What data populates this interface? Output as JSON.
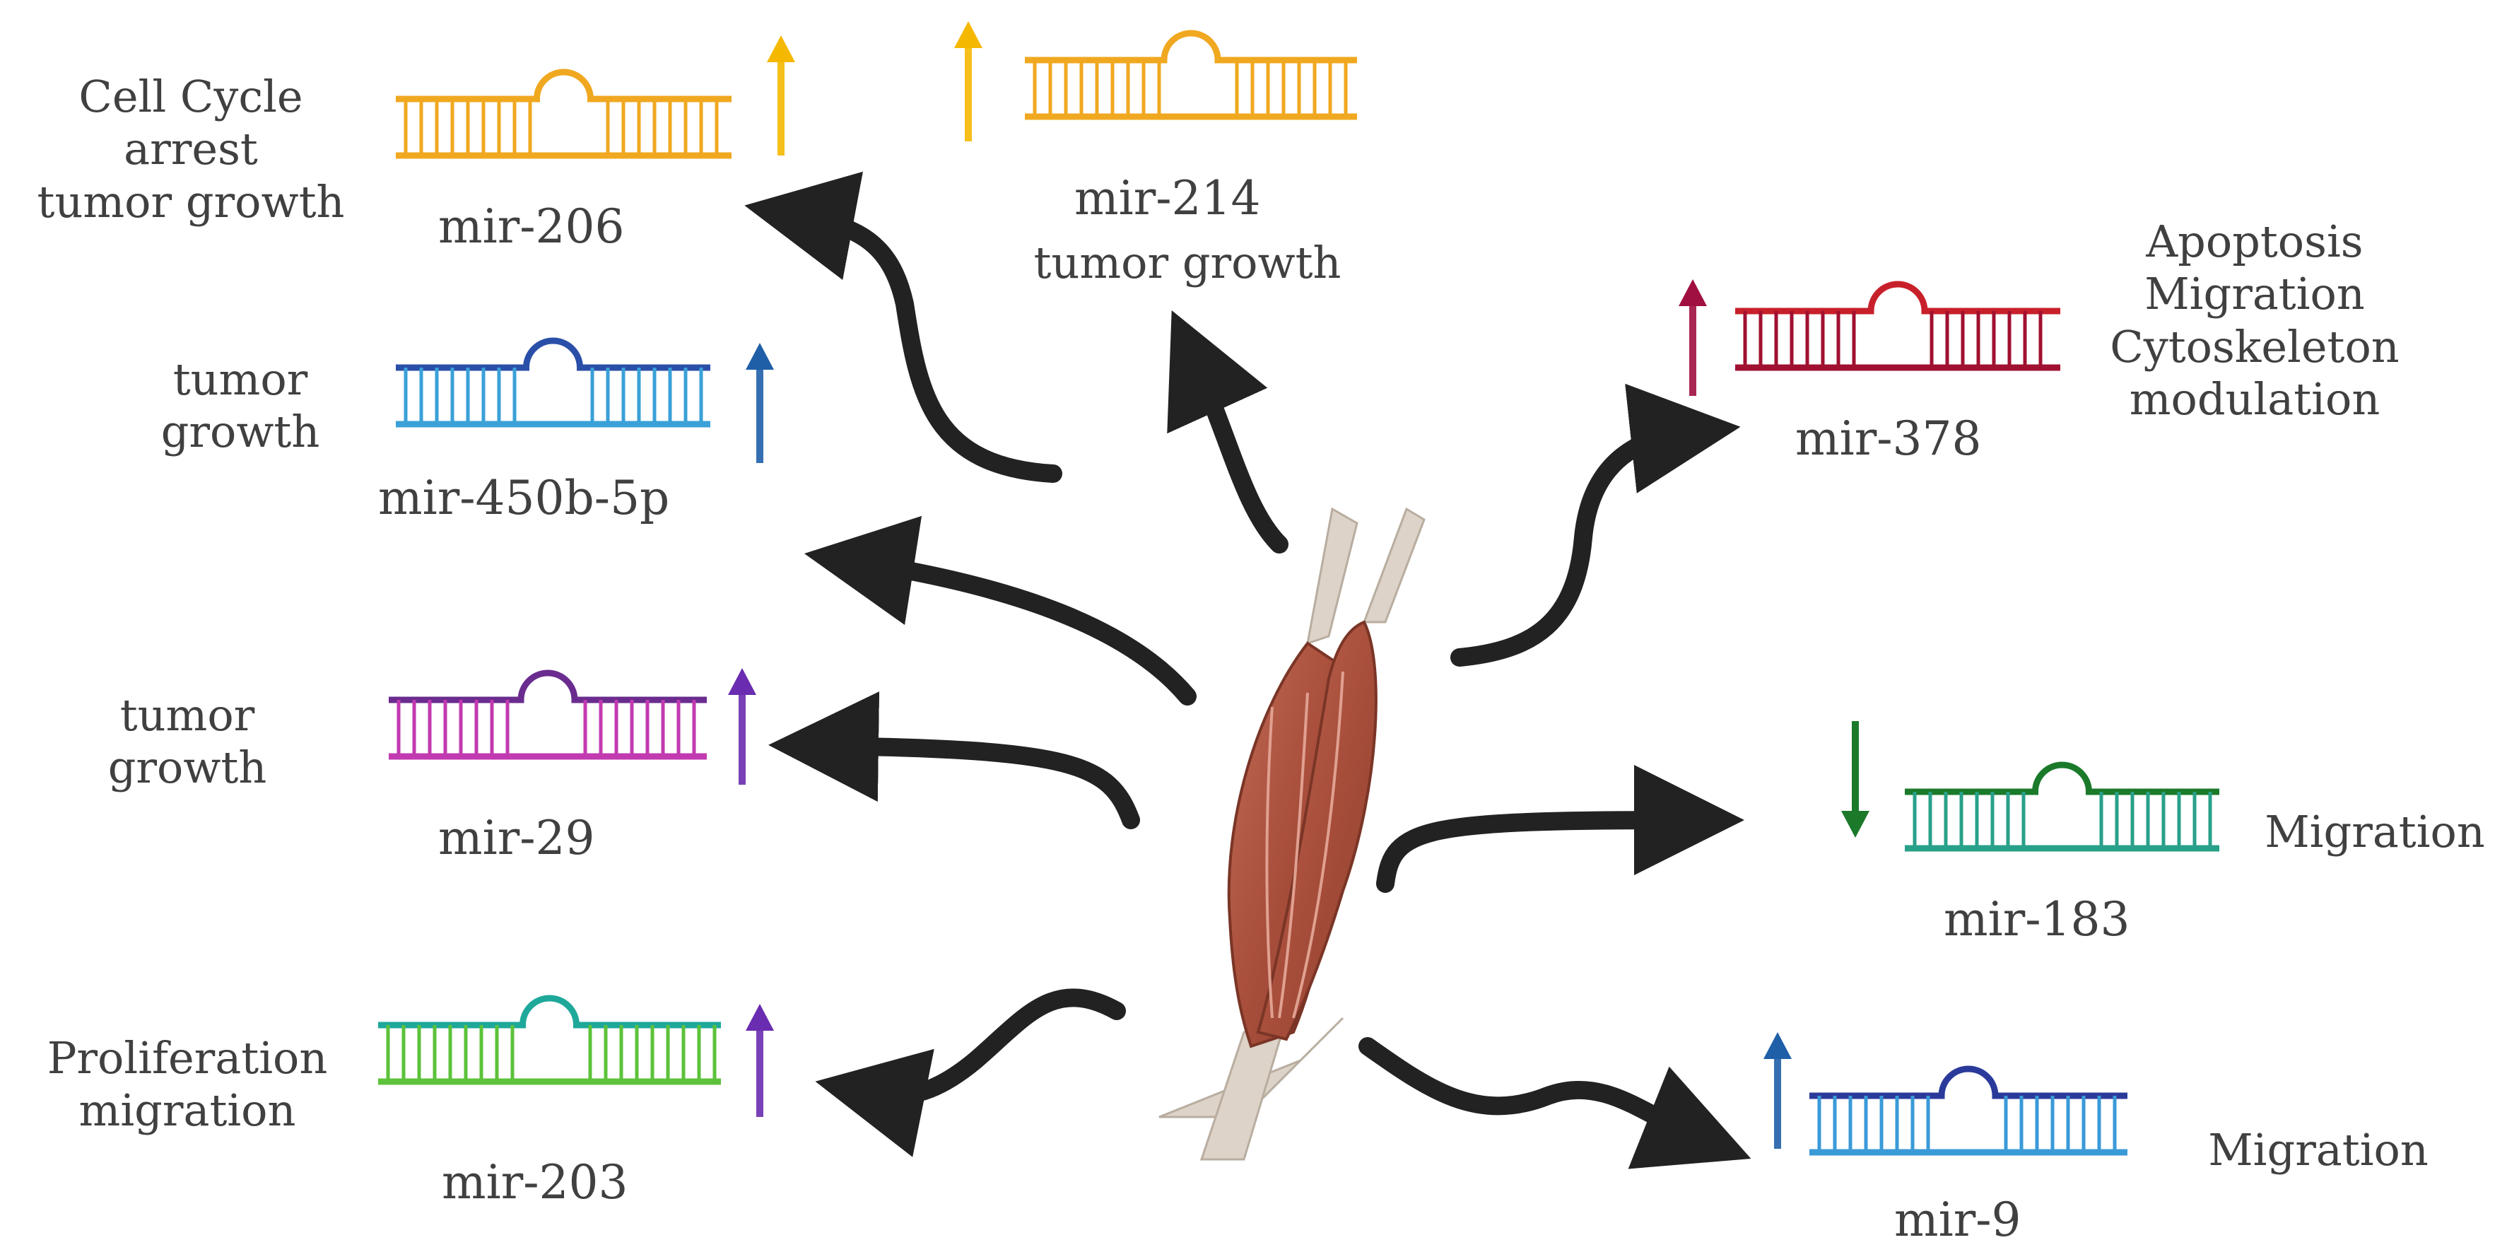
{
  "diagram": {
    "center": {
      "name": "muscle"
    },
    "mirnas": [
      {
        "id": "mir-206",
        "name": "mir-206",
        "effect": [
          "Cell Cycle",
          "arrest",
          "tumor growth"
        ],
        "regulation": "up",
        "color": "#f0a820",
        "arrow_color": "#f5b800"
      },
      {
        "id": "mir-214",
        "name": "mir-214",
        "effect": [
          "tumor growth"
        ],
        "regulation": "up",
        "color": "#f0a820",
        "arrow_color": "#f5b800"
      },
      {
        "id": "mir-450b-5p",
        "name": "mir-450b-5p",
        "effect": [
          "tumor",
          "growth"
        ],
        "regulation": "up",
        "color": "#2a4fa8",
        "color2": "#3aa0d8",
        "arrow_color": "#1f5fa8"
      },
      {
        "id": "mir-29",
        "name": "mir-29",
        "effect": [
          "tumor",
          "growth"
        ],
        "regulation": "up",
        "color": "#6a2c8e",
        "color2": "#c23ab0",
        "arrow_color": "#6a2cb0"
      },
      {
        "id": "mir-203",
        "name": "mir-203",
        "effect": [
          "Proliferation",
          "migration"
        ],
        "regulation": "up",
        "color": "#1ea89a",
        "color2": "#5cc23a",
        "arrow_color": "#6a2cb0"
      },
      {
        "id": "mir-378",
        "name": "mir-378",
        "effect": [
          "Apoptosis",
          "Migration",
          "Cytoskeleton",
          "modulation"
        ],
        "regulation": "up",
        "color": "#c8202a",
        "color2": "#a01030",
        "arrow_color": "#a01040"
      },
      {
        "id": "mir-183",
        "name": "mir-183",
        "effect": [
          "Migration"
        ],
        "regulation": "down",
        "color": "#1a7a2a",
        "color2": "#28a08a",
        "arrow_color": "#1a7a2a"
      },
      {
        "id": "mir-9",
        "name": "mir-9",
        "effect": [
          "Migration"
        ],
        "regulation": "up",
        "color": "#2a3a9a",
        "color2": "#3a9ad8",
        "arrow_color": "#1f5fa8"
      }
    ]
  }
}
